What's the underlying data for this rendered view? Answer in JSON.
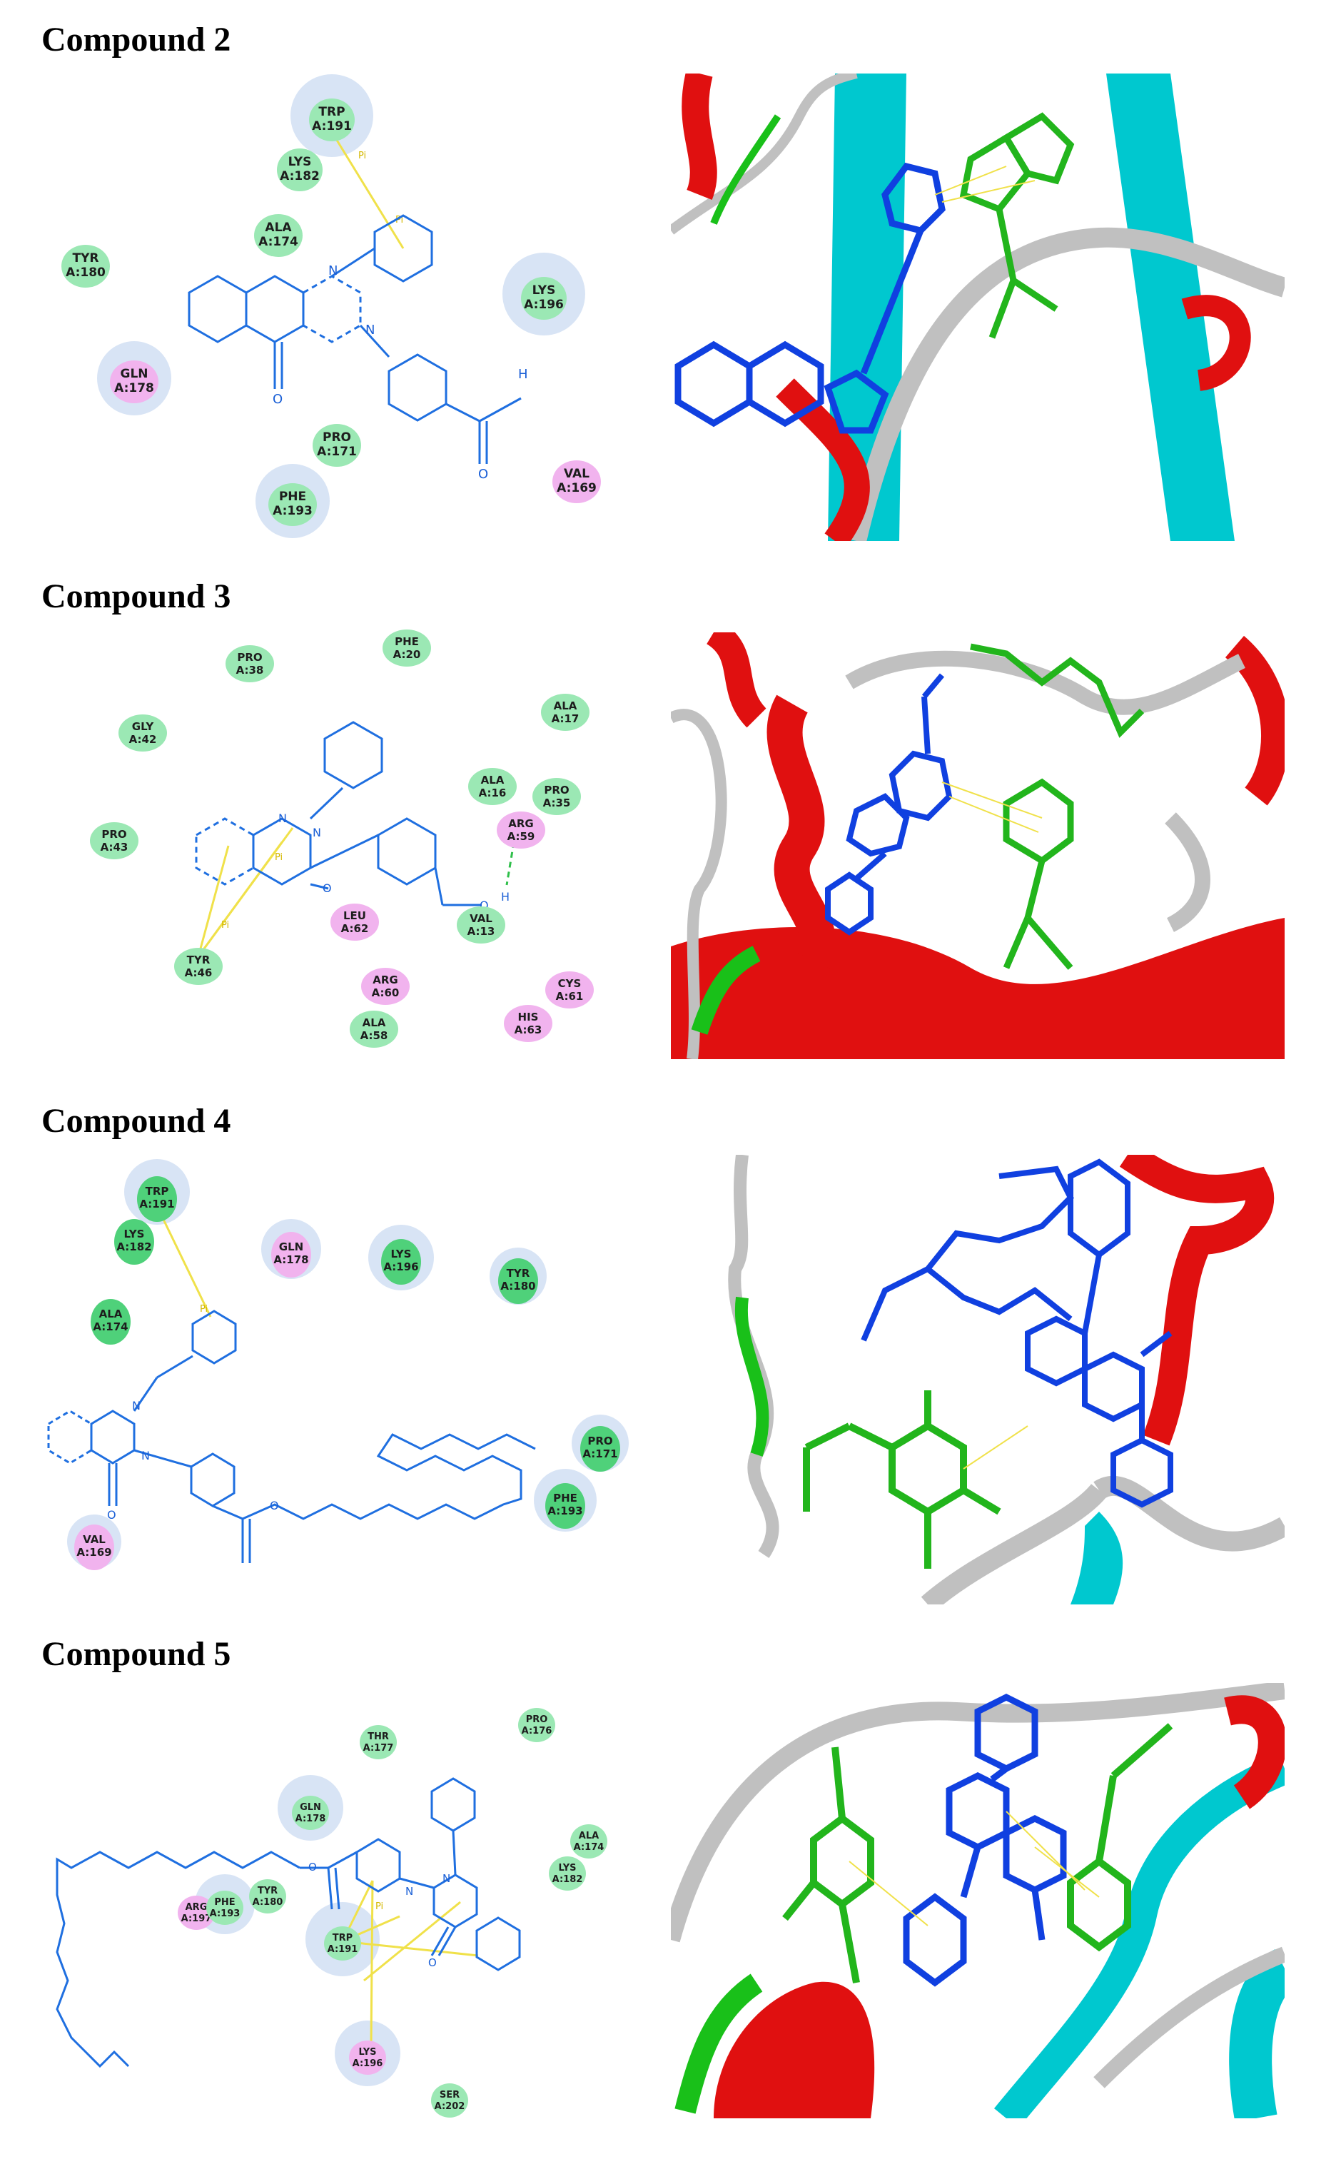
{
  "colors": {
    "vdw_green": "#9be8b4",
    "vdw_green_dark": "#4fd17a",
    "polar_pink": "#f1b3ee",
    "halo": "#d8e4f5",
    "ligand_blue": "#1f6fe0",
    "pi_bond_yellow": "#f0e14a",
    "hbond_green": "#2fbf4a",
    "helix_red": "#e01010",
    "strand_cyan": "#00c8cf",
    "coil_gray": "#c0c0c0",
    "coil_green": "#19c019",
    "residue_green_3d": "#22b51c",
    "ligand_blue_3d": "#1040e0"
  },
  "panels": [
    {
      "title": "Compound 2",
      "pi_label": "Pi",
      "atoms": {
        "N1": "N",
        "N3": "N",
        "O": "O",
        "OH_O": "O",
        "OH_H": "H"
      },
      "residues": [
        {
          "line1": "TRP",
          "line2": "A:191",
          "kind": "green",
          "halo": true
        },
        {
          "line1": "LYS",
          "line2": "A:182",
          "kind": "green",
          "halo": false
        },
        {
          "line1": "ALA",
          "line2": "A:174",
          "kind": "green",
          "halo": false
        },
        {
          "line1": "TYR",
          "line2": "A:180",
          "kind": "green",
          "halo": false
        },
        {
          "line1": "LYS",
          "line2": "A:196",
          "kind": "green",
          "halo": true
        },
        {
          "line1": "GLN",
          "line2": "A:178",
          "kind": "pink",
          "halo": true
        },
        {
          "line1": "PRO",
          "line2": "A:171",
          "kind": "green",
          "halo": false
        },
        {
          "line1": "PHE",
          "line2": "A:193",
          "kind": "green",
          "halo": true
        },
        {
          "line1": "VAL",
          "line2": "A:169",
          "kind": "pink",
          "halo": false
        }
      ]
    },
    {
      "title": "Compound 3",
      "pi_label": "Pi",
      "atoms": {
        "N1": "N",
        "N3": "N",
        "O": "O",
        "OH_O": "O",
        "OH_H": "H"
      },
      "residues": [
        {
          "line1": "PRO",
          "line2": "A:38",
          "kind": "green"
        },
        {
          "line1": "PHE",
          "line2": "A:20",
          "kind": "green"
        },
        {
          "line1": "GLY",
          "line2": "A:42",
          "kind": "green"
        },
        {
          "line1": "ALA",
          "line2": "A:17",
          "kind": "green"
        },
        {
          "line1": "ALA",
          "line2": "A:16",
          "kind": "green"
        },
        {
          "line1": "PRO",
          "line2": "A:35",
          "kind": "green"
        },
        {
          "line1": "ARG",
          "line2": "A:59",
          "kind": "pink"
        },
        {
          "line1": "PRO",
          "line2": "A:43",
          "kind": "green"
        },
        {
          "line1": "LEU",
          "line2": "A:62",
          "kind": "pink"
        },
        {
          "line1": "VAL",
          "line2": "A:13",
          "kind": "green"
        },
        {
          "line1": "TYR",
          "line2": "A:46",
          "kind": "green"
        },
        {
          "line1": "ARG",
          "line2": "A:60",
          "kind": "pink"
        },
        {
          "line1": "CYS",
          "line2": "A:61",
          "kind": "pink"
        },
        {
          "line1": "ALA",
          "line2": "A:58",
          "kind": "green"
        },
        {
          "line1": "HIS",
          "line2": "A:63",
          "kind": "pink"
        }
      ]
    },
    {
      "title": "Compound 4",
      "pi_label": "Pi",
      "atoms": {
        "N1": "N",
        "N3": "N",
        "O": "O",
        "OE": "O"
      },
      "residues": [
        {
          "line1": "TRP",
          "line2": "A:191",
          "kind": "green"
        },
        {
          "line1": "LYS",
          "line2": "A:182",
          "kind": "green"
        },
        {
          "line1": "GLN",
          "line2": "A:178",
          "kind": "pink"
        },
        {
          "line1": "LYS",
          "line2": "A:196",
          "kind": "green"
        },
        {
          "line1": "TYR",
          "line2": "A:180",
          "kind": "green"
        },
        {
          "line1": "ALA",
          "line2": "A:174",
          "kind": "green"
        },
        {
          "line1": "PRO",
          "line2": "A:171",
          "kind": "green"
        },
        {
          "line1": "PHE",
          "line2": "A:193",
          "kind": "green"
        },
        {
          "line1": "VAL",
          "line2": "A:169",
          "kind": "pink"
        }
      ]
    },
    {
      "title": "Compound 5",
      "pi_label": "Pi",
      "atoms": {
        "N1": "N",
        "N3": "N",
        "O": "O",
        "OE": "O"
      },
      "residues": [
        {
          "line1": "THR",
          "line2": "A:177",
          "kind": "green"
        },
        {
          "line1": "PRO",
          "line2": "A:176",
          "kind": "green"
        },
        {
          "line1": "GLN",
          "line2": "A:178",
          "kind": "green"
        },
        {
          "line1": "ALA",
          "line2": "A:174",
          "kind": "green"
        },
        {
          "line1": "LYS",
          "line2": "A:182",
          "kind": "green"
        },
        {
          "line1": "ARG",
          "line2": "A:197",
          "kind": "pink"
        },
        {
          "line1": "PHE",
          "line2": "A:193",
          "kind": "green"
        },
        {
          "line1": "TYR",
          "line2": "A:180",
          "kind": "green"
        },
        {
          "line1": "TRP",
          "line2": "A:191",
          "kind": "green"
        },
        {
          "line1": "LYS",
          "line2": "A:196",
          "kind": "pink"
        },
        {
          "line1": "SER",
          "line2": "A:202",
          "kind": "green"
        }
      ]
    }
  ]
}
